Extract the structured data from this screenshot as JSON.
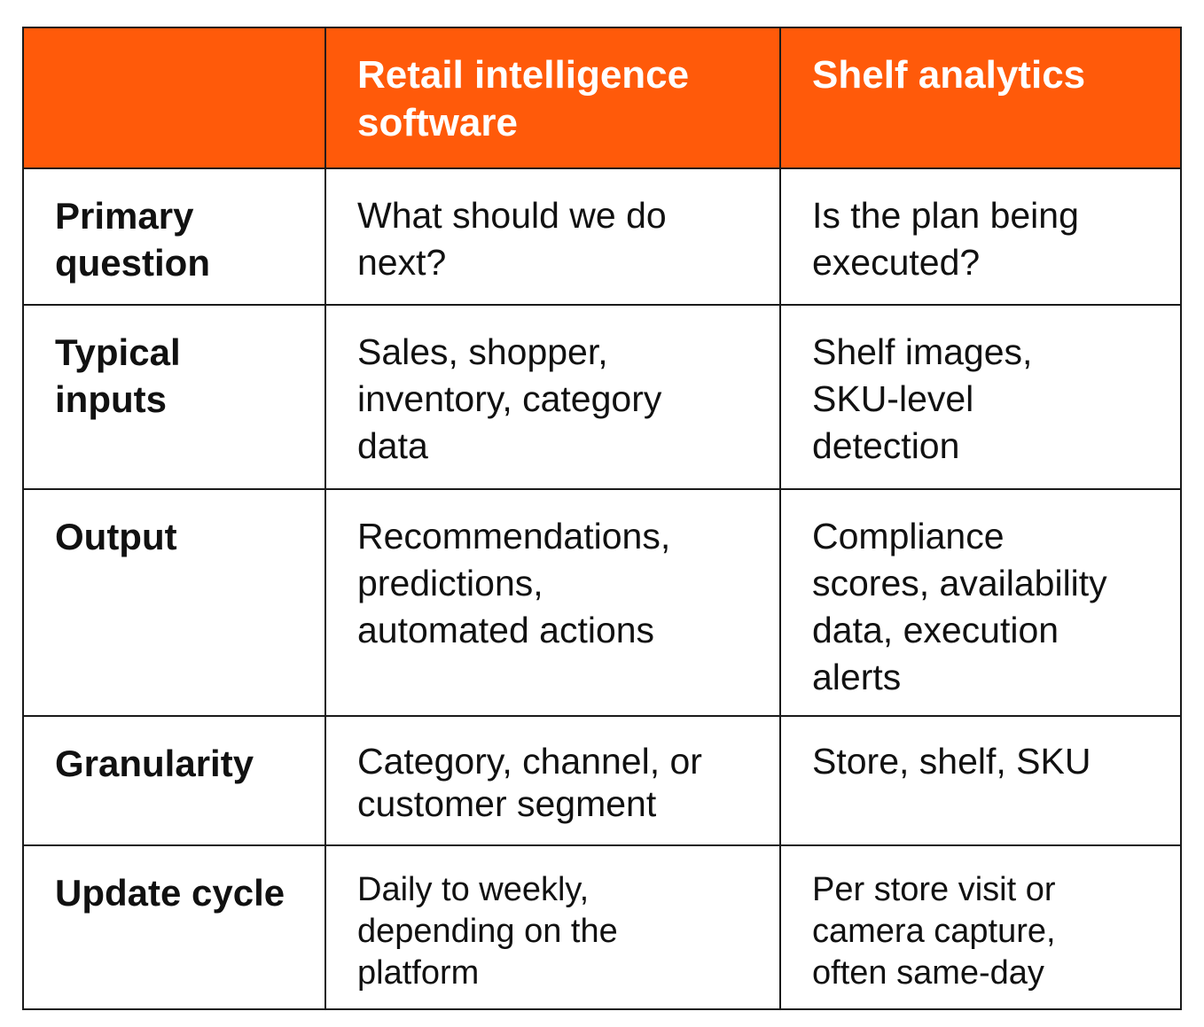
{
  "header": {
    "corner": "",
    "col1": "Retail intelligence software",
    "col2": "Shelf analytics"
  },
  "rows": [
    {
      "label": "Primary question",
      "col1": "What should we do next?",
      "col2": "Is the plan being executed?"
    },
    {
      "label": "Typical inputs",
      "col1": "Sales, shopper, inventory, category data",
      "col2": "Shelf images, SKU-level detection"
    },
    {
      "label": "Output",
      "col1": "Recommendations, predictions, automated actions",
      "col2": "Compliance scores, availability data, execution alerts"
    },
    {
      "label": "Granularity",
      "col1": "Category, channel, or customer segment",
      "col2": "Store, shelf, SKU"
    },
    {
      "label": "Update cycle",
      "col1": "Daily to weekly, depending on the platform",
      "col2": "Per store visit or camera capture, often same-day"
    }
  ],
  "colors": {
    "header_bg": "#ff5a0a",
    "header_text": "#ffffff",
    "border": "#1a1a1a",
    "body_text": "#111111"
  }
}
